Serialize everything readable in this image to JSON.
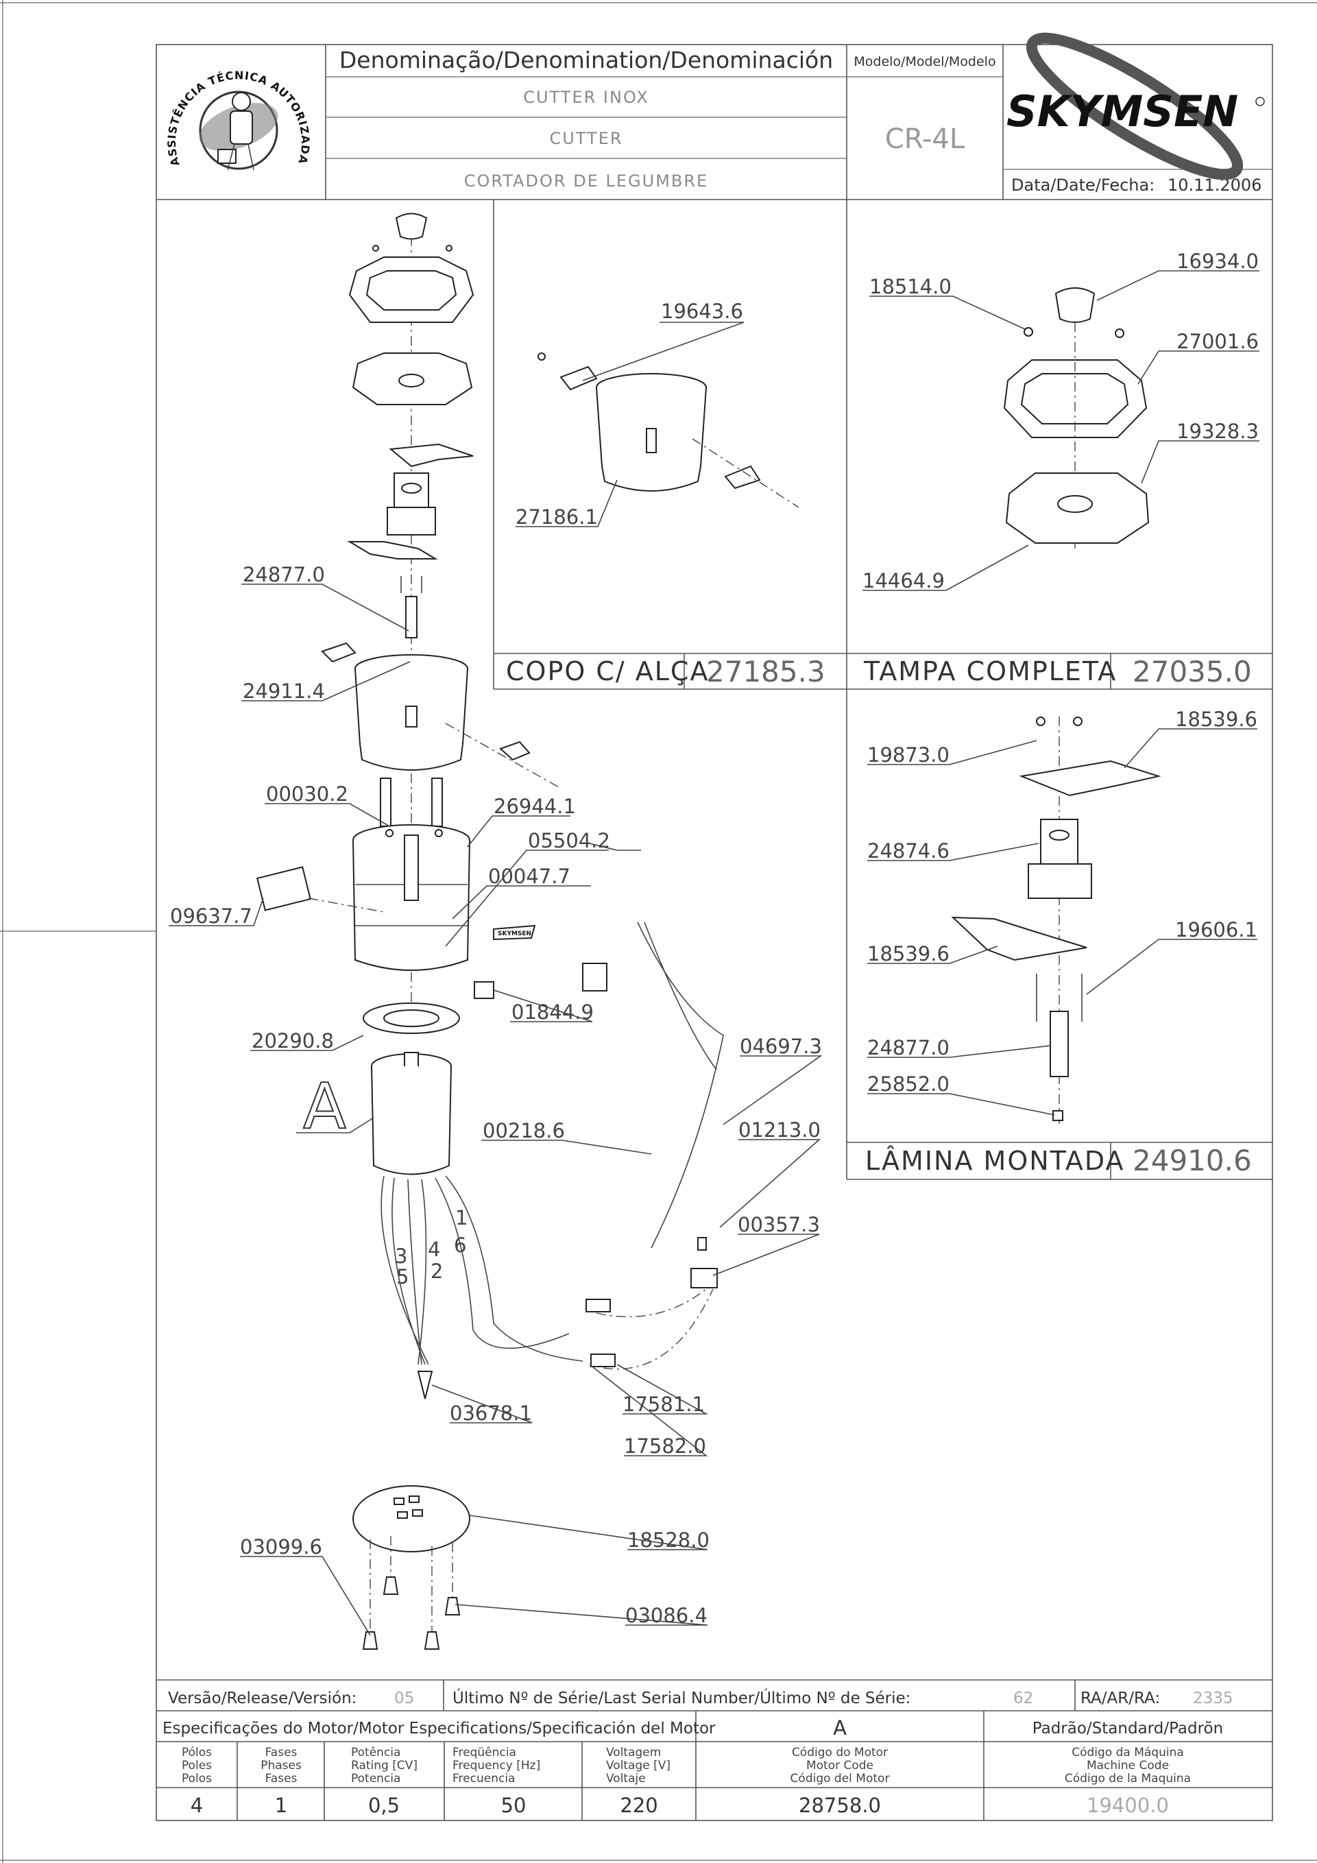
{
  "header": {
    "denomination_label": "Denominação/Denomination/Denominación",
    "names": [
      "CUTTER INOX",
      "CUTTER",
      "CORTADOR DE LEGUMBRE"
    ],
    "model_label": "Modelo/Model/Modelo",
    "model": "CR-4L",
    "brand": "SKYMSEN",
    "date_label": "Data/Date/Fecha:",
    "date": "10.11.2006",
    "seal_text": "ASSISTÊNCIA TÉCNICA AUTORIZADA"
  },
  "main_view": {
    "labels": [
      "24877.0",
      "24911.4",
      "00030.2",
      "26944.1",
      "05504.2",
      "00047.7",
      "09637.7",
      "01844.9",
      "20290.8",
      "04697.3",
      "00218.6",
      "01213.0",
      "00357.3",
      "03678.1",
      "17581.1",
      "17582.0",
      "03099.6",
      "18528.0",
      "03086.4"
    ],
    "detail_letter": "A",
    "wire_numbers": [
      "1",
      "6",
      "4",
      "3",
      "5",
      "2"
    ],
    "sticker_text": "SKYMSEN"
  },
  "copo": {
    "labels": [
      "19643.6",
      "27186.1"
    ],
    "title": "COPO C/ ALÇA",
    "code": "27185.3"
  },
  "tampa": {
    "labels": [
      "18514.0",
      "16934.0",
      "27001.6",
      "19328.3",
      "14464.9"
    ],
    "title": "TAMPA COMPLETA",
    "code": "27035.0"
  },
  "lamina": {
    "labels": [
      "19873.0",
      "18539.6",
      "24874.6",
      "18539.6",
      "19606.1",
      "24877.0",
      "25852.0"
    ],
    "title": "LÂMINA MONTADA",
    "code": "24910.6"
  },
  "footer": {
    "version_label": "Versão/Release/Versión:",
    "version": "05",
    "serial_label": "Último Nº de Série/Last Serial Number/Último Nº de Série:",
    "serial": "62",
    "ra_label": "RA/AR/RA:",
    "ra": "2335",
    "motor_spec_label": "Especificações do Motor/Motor Especifications/Specificación del Motor",
    "motor_letter": "A",
    "standard_label": "Padrão/Standard/Padrõn",
    "columns": [
      [
        "Pólos",
        "Poles",
        "Polos"
      ],
      [
        "Fases",
        "Phases",
        "Fases"
      ],
      [
        "Potência",
        "Rating [CV]",
        "Potencia"
      ],
      [
        "Freqüência",
        "Frequency [Hz]",
        "Frecuencia"
      ],
      [
        "Voltagem",
        "Voltage [V]",
        "Voltaje"
      ],
      [
        "Código do Motor",
        "Motor Code",
        "Código del Motor"
      ],
      [
        "Código da Máquina",
        "Machine Code",
        "Código de la Maquina"
      ]
    ],
    "values": [
      "4",
      "1",
      "0,5",
      "50",
      "220",
      "28758.0",
      "19400.0"
    ]
  }
}
